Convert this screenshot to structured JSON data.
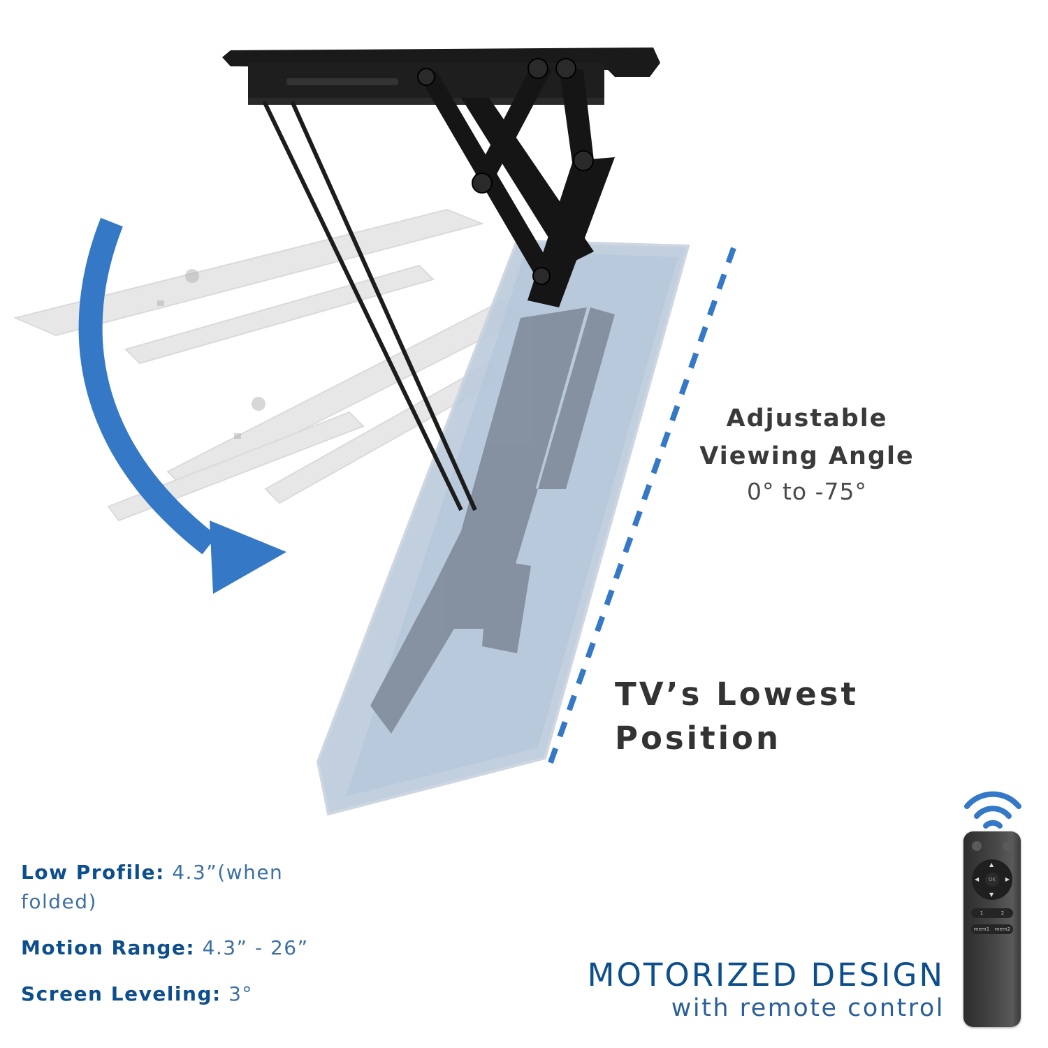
{
  "illustration": {
    "subject": "Motorized ceiling TV mount with folding arms shown in multiple tilt positions",
    "colors": {
      "arrow_blue": "#3478c6",
      "dashed_line_blue": "#3478c6",
      "tv_panel_blue": "#b9c9dc",
      "mount_black": "#1c1c1c",
      "ghost_gray": "#cfcfcf",
      "heading_dark": "#333333",
      "spec_blue": "#0d4e8c"
    }
  },
  "viewing_angle": {
    "title_line1": "Adjustable",
    "title_line2": "Viewing Angle",
    "range": "0° to -75°"
  },
  "lowest_position": {
    "line1": "TV’s Lowest",
    "line2": "Position"
  },
  "specs": [
    {
      "label": "Low Profile:",
      "value": " 4.3”(when folded)"
    },
    {
      "label": "Motion Range:",
      "value": " 4.3” - 26”"
    },
    {
      "label": "Screen Leveling:",
      "value": " 3°"
    }
  ],
  "motorized": {
    "title": "MOTORIZED DESIGN",
    "subtitle": "with remote control"
  },
  "remote": {
    "ok_label": "OK",
    "buttons_row1": [
      "1",
      "2"
    ],
    "buttons_row2": [
      "mem1",
      "mem2"
    ],
    "icon": "wireless-signal-icon"
  }
}
